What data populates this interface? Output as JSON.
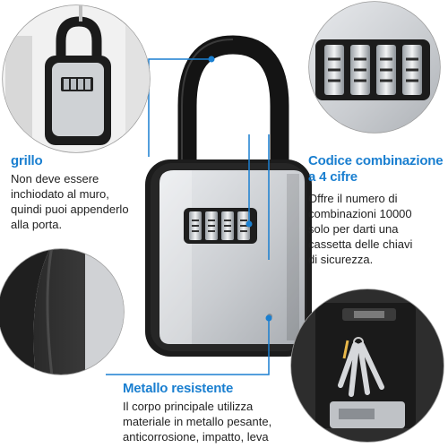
{
  "colors": {
    "accent": "#1a7fd0",
    "body_text": "#222222",
    "lock_body_dark": "#1c1c1c",
    "lock_face": "#c9ccd0",
    "shackle": "#141414"
  },
  "features": {
    "shackle": {
      "title": "grillo",
      "lines": [
        "Non deve essere",
        "inchiodato al muro,",
        "quindi puoi appenderlo",
        "alla porta."
      ]
    },
    "code": {
      "title_lines": [
        "Codice combinazione",
        "a 4 cifre"
      ],
      "lines": [
        "Offre il numero di",
        "combinazioni 10000",
        "solo per darti una",
        "cassetta delle chiavi",
        "di sicurezza."
      ]
    },
    "metal": {
      "title": "Metallo resistente",
      "lines": [
        "Il corpo principale utilizza",
        "materiale in metallo pesante,",
        "anticorrosione, impatto, leva"
      ]
    }
  }
}
